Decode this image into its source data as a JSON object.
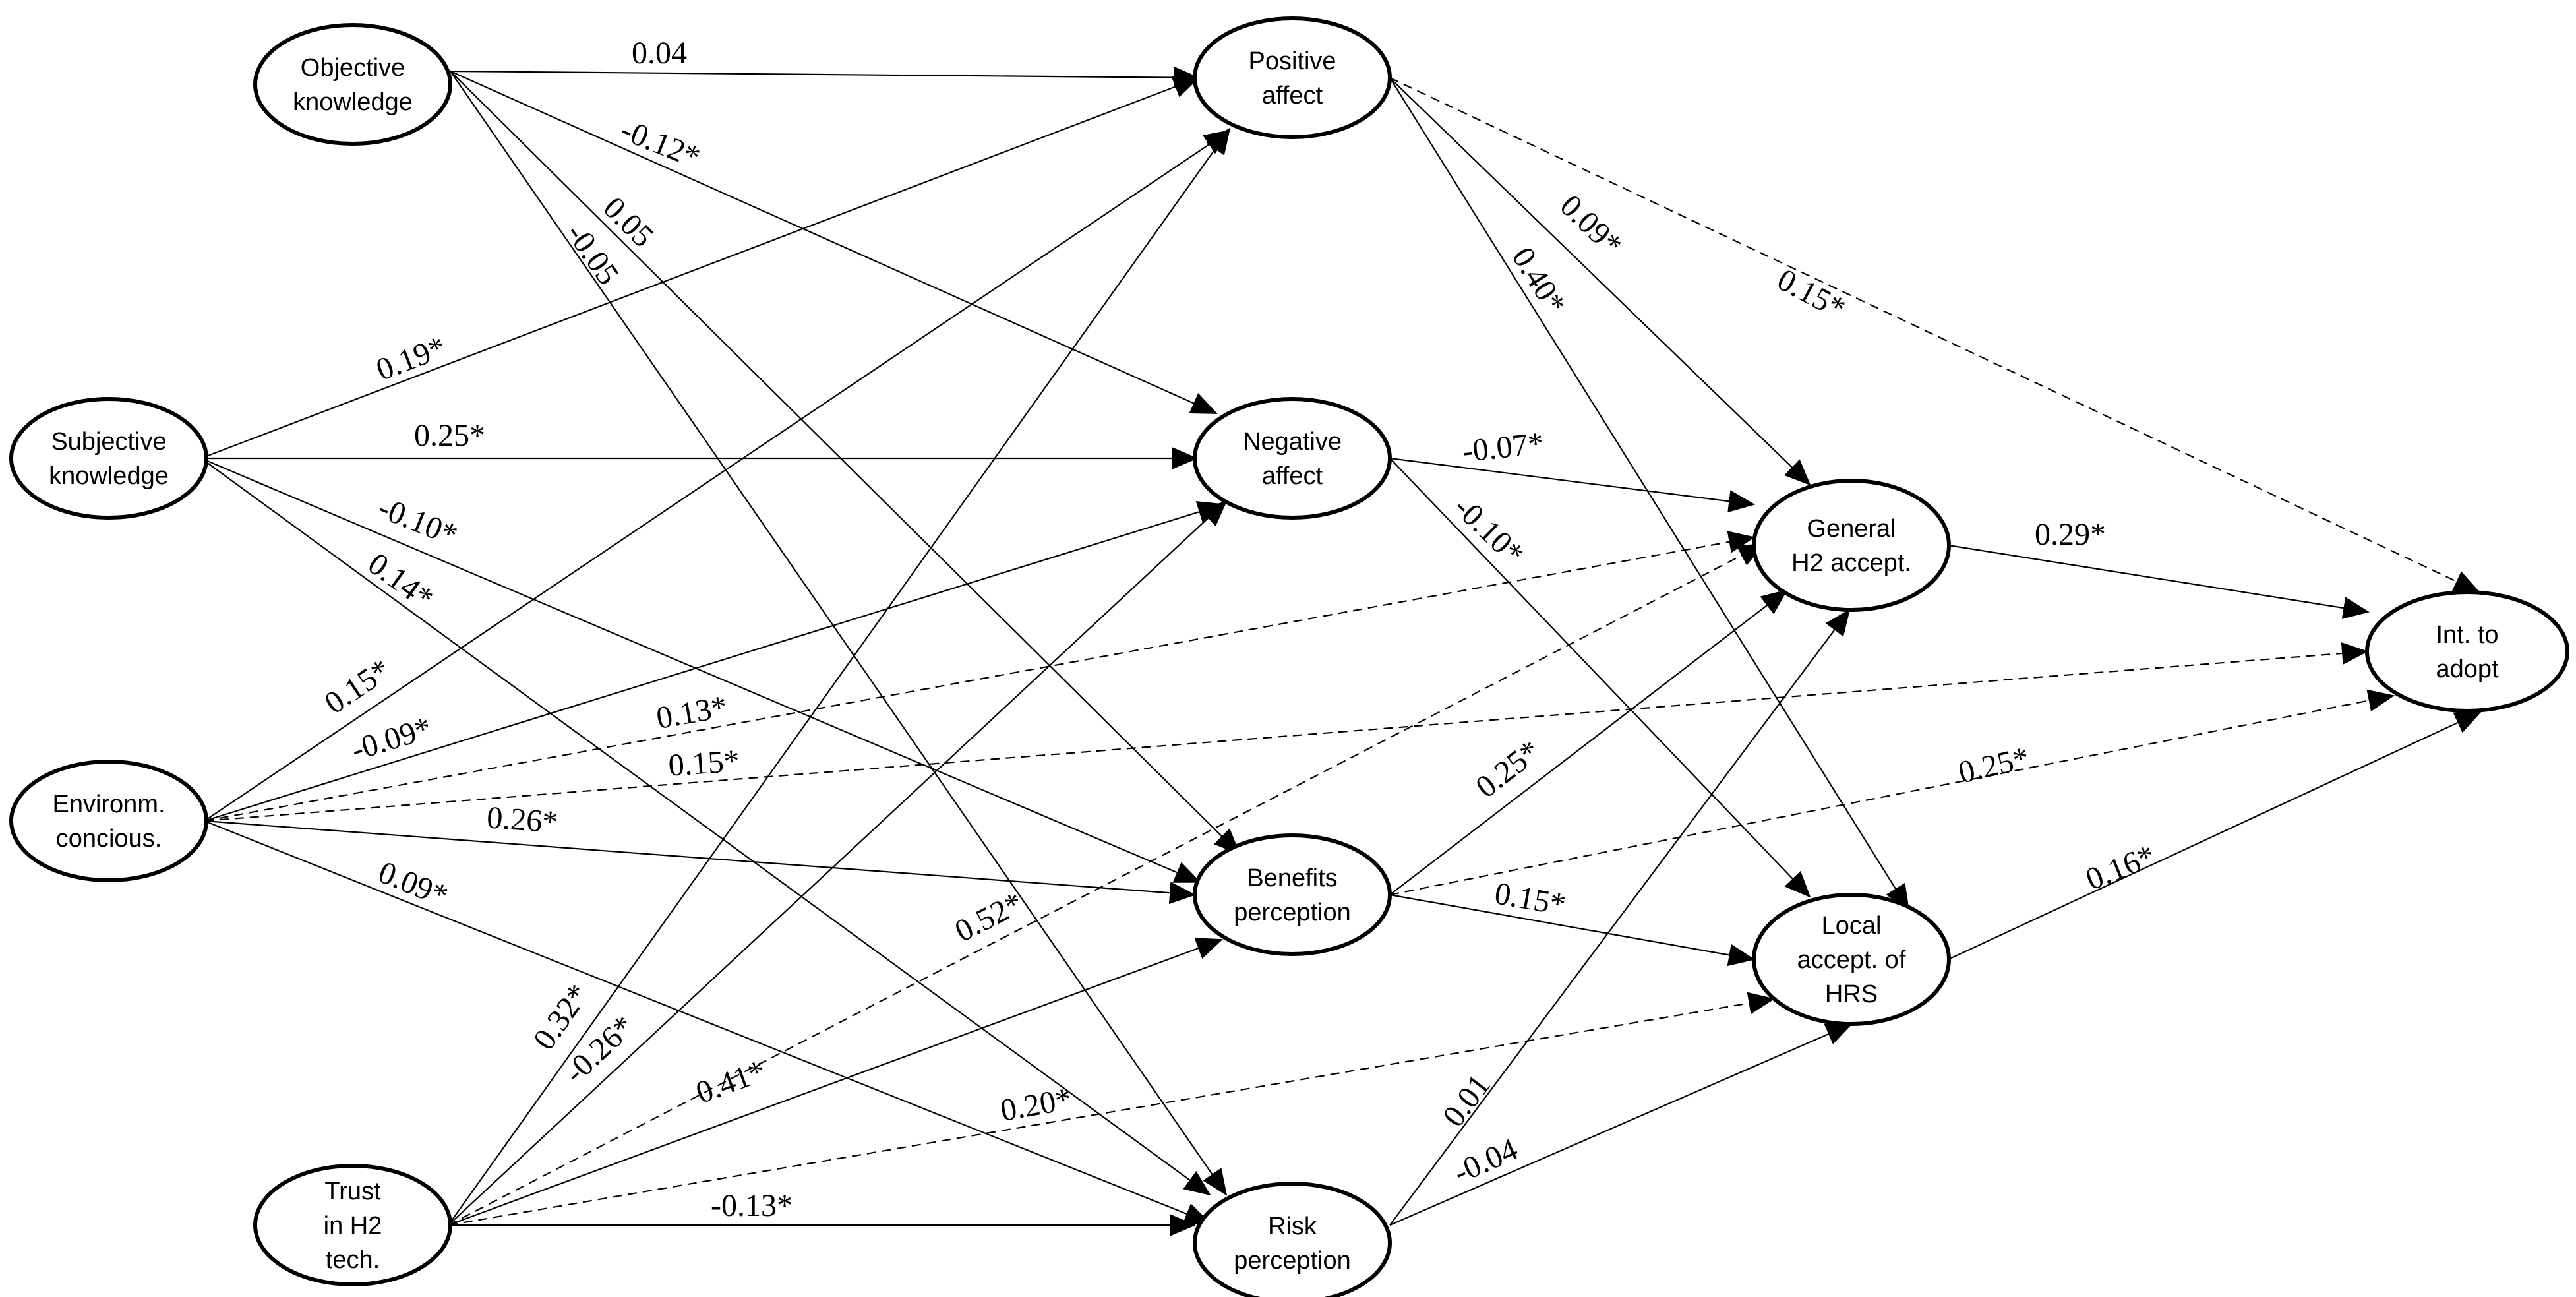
{
  "nodes": [
    {
      "id": "obj",
      "lines": [
        "Objective",
        "knowledge"
      ]
    },
    {
      "id": "subj",
      "lines": [
        "Subjective",
        "knowledge"
      ]
    },
    {
      "id": "env",
      "lines": [
        "Environm.",
        "concious."
      ]
    },
    {
      "id": "trust",
      "lines": [
        "Trust",
        "in H2",
        "tech."
      ]
    },
    {
      "id": "pos",
      "lines": [
        "Positive",
        "affect"
      ]
    },
    {
      "id": "neg",
      "lines": [
        "Negative",
        "affect"
      ]
    },
    {
      "id": "ben",
      "lines": [
        "Benefits",
        "perception"
      ]
    },
    {
      "id": "risk",
      "lines": [
        "Risk",
        "perception"
      ]
    },
    {
      "id": "gen",
      "lines": [
        "General",
        "H2 accept."
      ]
    },
    {
      "id": "loc",
      "lines": [
        "Local",
        "accept. of",
        "HRS"
      ]
    },
    {
      "id": "int",
      "lines": [
        "Int. to",
        "adopt"
      ]
    }
  ],
  "edges": [
    {
      "from": "obj",
      "to": "pos",
      "label": "0.04",
      "dashed": false
    },
    {
      "from": "obj",
      "to": "neg",
      "label": "-0.12*",
      "dashed": false
    },
    {
      "from": "obj",
      "to": "ben",
      "label": "0.05",
      "dashed": false
    },
    {
      "from": "obj",
      "to": "risk",
      "label": "-0.05",
      "dashed": false
    },
    {
      "from": "subj",
      "to": "pos",
      "label": "0.19*",
      "dashed": false
    },
    {
      "from": "subj",
      "to": "neg",
      "label": "0.25*",
      "dashed": false
    },
    {
      "from": "subj",
      "to": "ben",
      "label": "-0.10*",
      "dashed": false
    },
    {
      "from": "subj",
      "to": "risk",
      "label": "0.14*",
      "dashed": false
    },
    {
      "from": "env",
      "to": "pos",
      "label": "0.15*",
      "dashed": false
    },
    {
      "from": "env",
      "to": "neg",
      "label": "-0.09*",
      "dashed": false
    },
    {
      "from": "env",
      "to": "gen",
      "label": "0.13*",
      "dashed": true
    },
    {
      "from": "env",
      "to": "int",
      "label": "0.15*",
      "dashed": true
    },
    {
      "from": "env",
      "to": "ben",
      "label": "0.26*",
      "dashed": false
    },
    {
      "from": "env",
      "to": "risk",
      "label": "0.09*",
      "dashed": false
    },
    {
      "from": "trust",
      "to": "pos",
      "label": "0.32*",
      "dashed": false
    },
    {
      "from": "trust",
      "to": "neg",
      "label": "-0.26*",
      "dashed": false
    },
    {
      "from": "trust",
      "to": "gen",
      "label": "0.52*",
      "dashed": true
    },
    {
      "from": "trust",
      "to": "ben",
      "label": "0.41*",
      "dashed": false
    },
    {
      "from": "trust",
      "to": "loc",
      "label": "0.20*",
      "dashed": true
    },
    {
      "from": "trust",
      "to": "risk",
      "label": "-0.13*",
      "dashed": false
    },
    {
      "from": "pos",
      "to": "gen",
      "label": "0.09*",
      "dashed": false
    },
    {
      "from": "pos",
      "to": "loc",
      "label": "0.40*",
      "dashed": false
    },
    {
      "from": "pos",
      "to": "int",
      "label": "0.15*",
      "dashed": true
    },
    {
      "from": "neg",
      "to": "gen",
      "label": "-0.07*",
      "dashed": false
    },
    {
      "from": "neg",
      "to": "loc",
      "label": "-0.10*",
      "dashed": false
    },
    {
      "from": "ben",
      "to": "gen",
      "label": "0.25*",
      "dashed": false
    },
    {
      "from": "ben",
      "to": "loc",
      "label": "0.15*",
      "dashed": false
    },
    {
      "from": "ben",
      "to": "int",
      "label": "0.25*",
      "dashed": true
    },
    {
      "from": "risk",
      "to": "gen",
      "label": "0.01",
      "dashed": false
    },
    {
      "from": "risk",
      "to": "loc",
      "label": "-0.04",
      "dashed": false
    },
    {
      "from": "gen",
      "to": "int",
      "label": "0.29*",
      "dashed": false
    },
    {
      "from": "loc",
      "to": "int",
      "label": "0.16*",
      "dashed": false
    }
  ]
}
